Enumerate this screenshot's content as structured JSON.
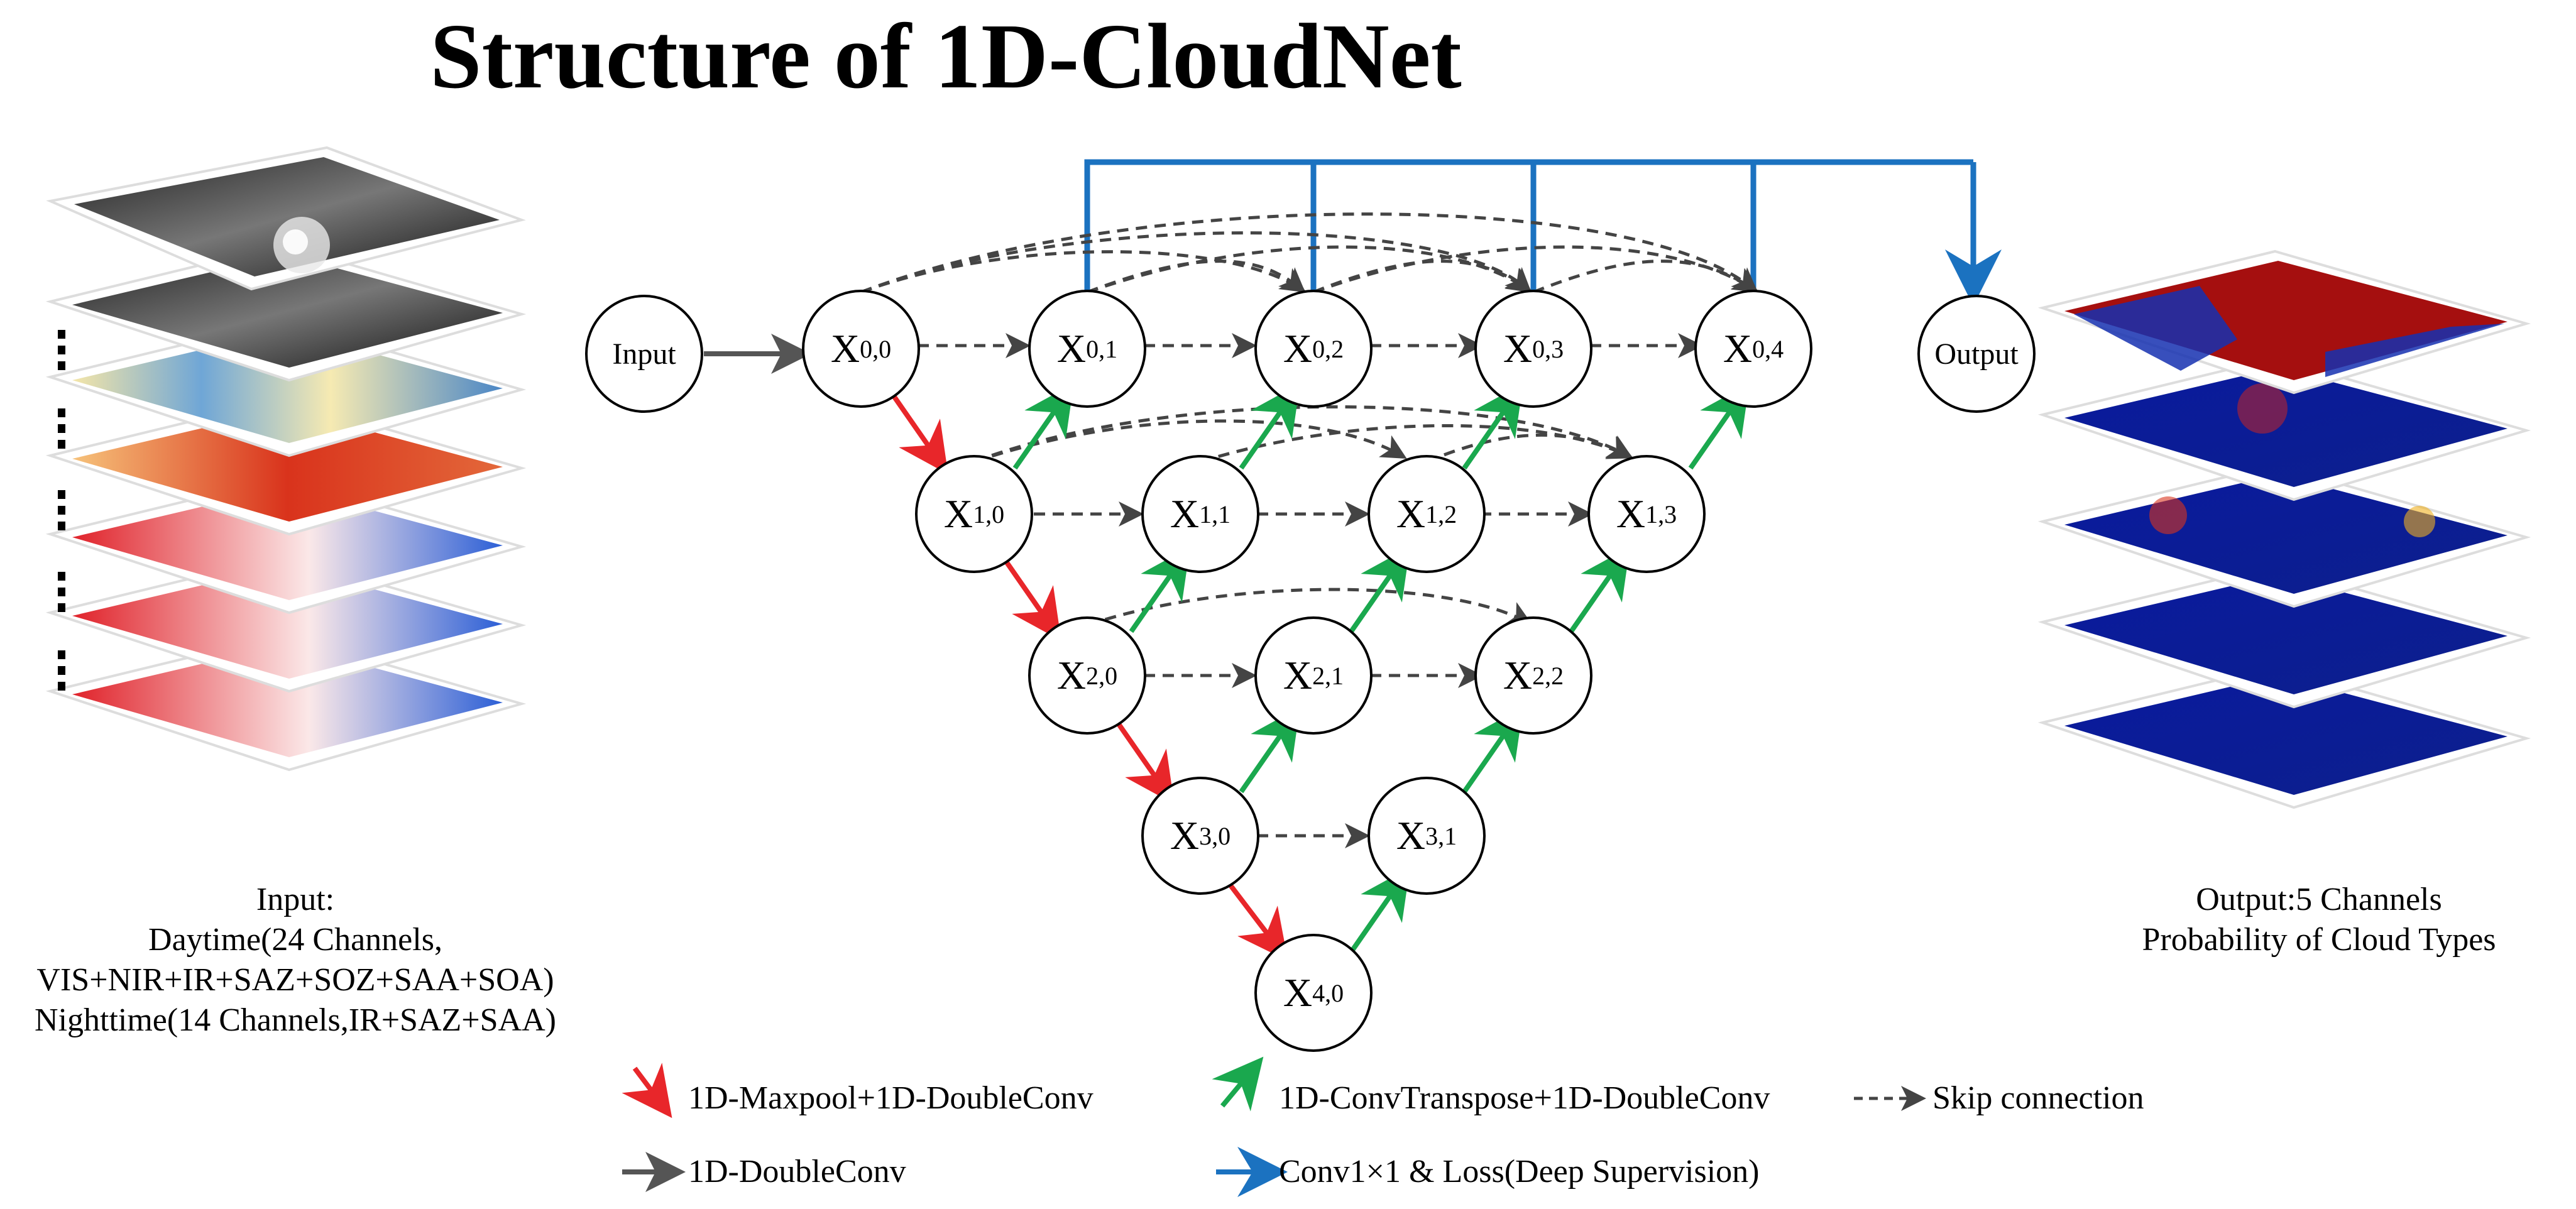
{
  "title": "Structure of 1D-CloudNet",
  "io": {
    "input_label": "Input",
    "output_label": "Output"
  },
  "nodes": [
    {
      "id": "x00",
      "base": "X",
      "sup": "0,0"
    },
    {
      "id": "x01",
      "base": "X",
      "sup": "0,1"
    },
    {
      "id": "x02",
      "base": "X",
      "sup": "0,2"
    },
    {
      "id": "x03",
      "base": "X",
      "sup": "0,3"
    },
    {
      "id": "x04",
      "base": "X",
      "sup": "0,4"
    },
    {
      "id": "x10",
      "base": "X",
      "sup": "1,0"
    },
    {
      "id": "x11",
      "base": "X",
      "sup": "1,1"
    },
    {
      "id": "x12",
      "base": "X",
      "sup": "1,2"
    },
    {
      "id": "x13",
      "base": "X",
      "sup": "1,3"
    },
    {
      "id": "x20",
      "base": "X",
      "sup": "2,0"
    },
    {
      "id": "x21",
      "base": "X",
      "sup": "2,1"
    },
    {
      "id": "x22",
      "base": "X",
      "sup": "2,2"
    },
    {
      "id": "x30",
      "base": "X",
      "sup": "3,0"
    },
    {
      "id": "x31",
      "base": "X",
      "sup": "3,1"
    },
    {
      "id": "x40",
      "base": "X",
      "sup": "4,0"
    }
  ],
  "input_caption": {
    "line1": "Input:",
    "line2": "Daytime(24 Channels,",
    "line3": "VIS+NIR+IR+SAZ+SOZ+SAA+SOA)",
    "line4": "Nighttime(14 Channels,IR+SAZ+SAA)"
  },
  "output_caption": {
    "line1": "Output:5 Channels",
    "line2": "Probability of Cloud Types"
  },
  "legend": {
    "maxpool": "1D-Maxpool+1D-DoubleConv",
    "convtranspose": "1D-ConvTranspose+1D-DoubleConv",
    "skip": "Skip connection",
    "doubleconv": "1D-DoubleConv",
    "conv1x1": "Conv1×1 & Loss(Deep Supervision)"
  },
  "colors": {
    "red": "#e8262a",
    "green": "#1aa84e",
    "blue": "#1b72c0",
    "gray": "#555555",
    "dash": "#444444"
  }
}
